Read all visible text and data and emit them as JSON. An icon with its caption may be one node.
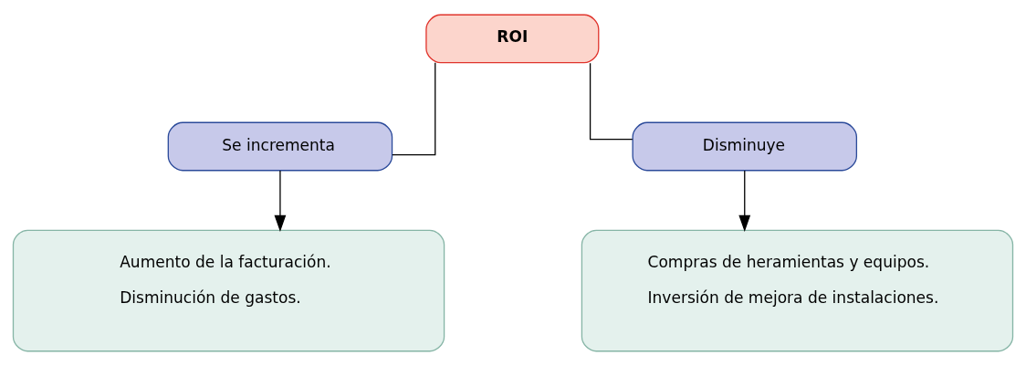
{
  "diagram": {
    "nodes": [
      {
        "text": [
          "ROI"
        ]
      },
      {
        "text": [
          "Se incrementa"
        ]
      },
      {
        "text": [
          "Disminuye"
        ]
      },
      {
        "text": [
          "Aumento de la facturación.",
          "Disminución de gastos."
        ]
      },
      {
        "text": [
          "Compras de heramientas y equipos.",
          "Inversión de mejora de instalaciones."
        ]
      }
    ],
    "edges": [
      {
        "from": 0,
        "to": 1,
        "arrow": "none"
      },
      {
        "from": 0,
        "to": 2,
        "arrow": "none"
      },
      {
        "from": 1,
        "to": 3,
        "arrow": "to"
      },
      {
        "from": 2,
        "to": 4,
        "arrow": "to"
      }
    ]
  }
}
